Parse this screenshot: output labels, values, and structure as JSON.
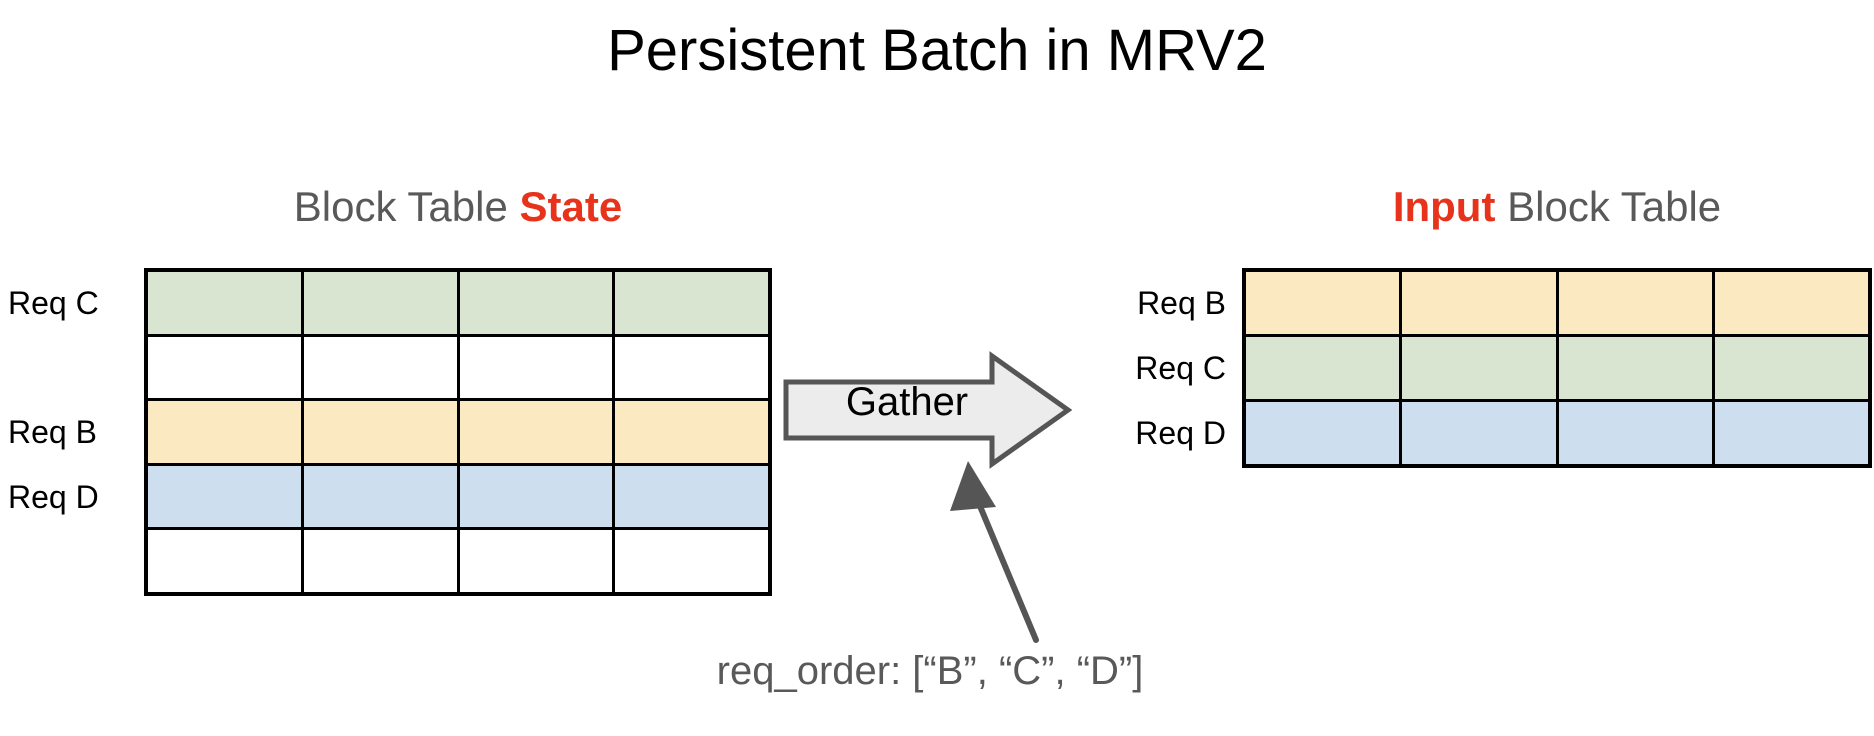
{
  "page": {
    "title": "Persistent Batch in MRV2",
    "background_color": "#ffffff"
  },
  "palette": {
    "green": "#d9e5d0",
    "yellow": "#fbe9c2",
    "blue": "#cddeef",
    "white": "#ffffff",
    "accent_red": "#e8331c",
    "heading_gray": "#595959",
    "arrow_gray": "#555555",
    "arrow_fill": "#ececec",
    "grid_line": "#000000"
  },
  "left_panel": {
    "heading": {
      "prefix": "Block Table ",
      "highlight": "State",
      "suffix": ""
    },
    "table": {
      "columns": 4,
      "rows": [
        {
          "label": "Req C",
          "color": "#d9e5d0",
          "occupied": true
        },
        {
          "label": "",
          "color": "#ffffff",
          "occupied": false
        },
        {
          "label": "Req B",
          "color": "#fbe9c2",
          "occupied": true
        },
        {
          "label": "Req D",
          "color": "#cddeef",
          "occupied": true
        },
        {
          "label": "",
          "color": "#ffffff",
          "occupied": false
        }
      ]
    }
  },
  "right_panel": {
    "heading": {
      "prefix": "",
      "highlight": "Input",
      "suffix": " Block Table"
    },
    "table": {
      "columns": 4,
      "rows": [
        {
          "label": "Req B",
          "color": "#fbe9c2",
          "occupied": true
        },
        {
          "label": "Req C",
          "color": "#d9e5d0",
          "occupied": true
        },
        {
          "label": "Req D",
          "color": "#cddeef",
          "occupied": true
        }
      ]
    }
  },
  "gather": {
    "label": "Gather"
  },
  "caption": {
    "text": "req_order: [“B”, “C”, “D”]"
  },
  "icons": {
    "gather_arrow": "right-block-arrow-icon",
    "pointer_arrow": "up-right-pointer-arrow-icon"
  }
}
